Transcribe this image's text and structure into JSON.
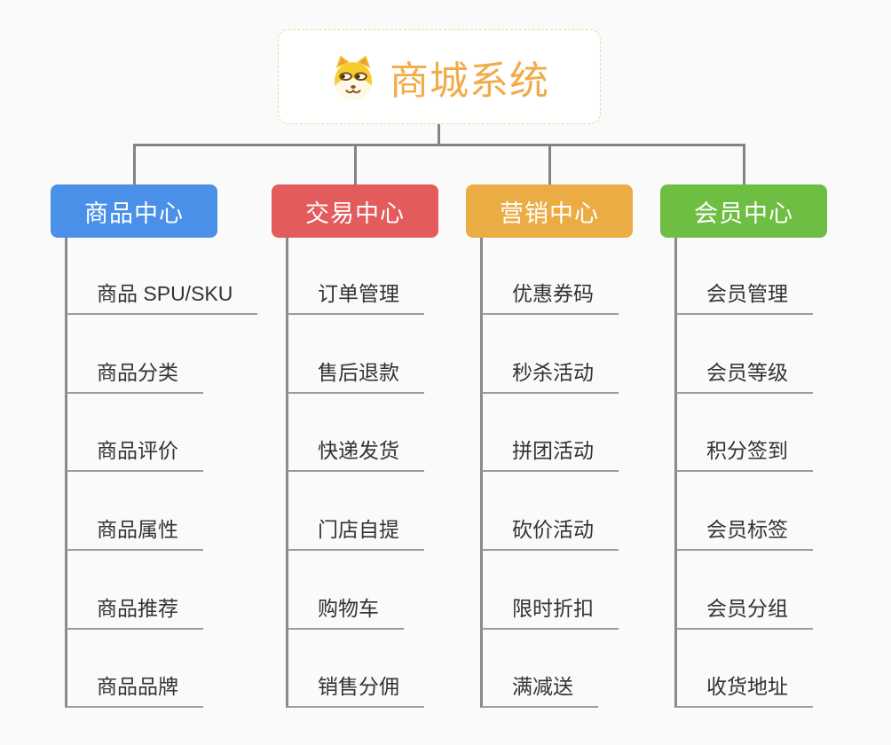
{
  "root": {
    "title": "商城系统",
    "icon": "doge-icon",
    "title_color": "#F0AC47",
    "border_color": "#F3D5A0"
  },
  "connector_color": "#848484",
  "underline_color": "#9C9C9C",
  "item_text_color": "#333333",
  "branches": [
    {
      "label": "商品中心",
      "color": "#4A90E8",
      "items": [
        "商品 SPU/SKU",
        "商品分类",
        "商品评价",
        "商品属性",
        "商品推荐",
        "商品品牌"
      ]
    },
    {
      "label": "交易中心",
      "color": "#E35B5B",
      "items": [
        "订单管理",
        "售后退款",
        "快递发货",
        "门店自提",
        "购物车",
        "销售分佣"
      ]
    },
    {
      "label": "营销中心",
      "color": "#ECAC44",
      "items": [
        "优惠券码",
        "秒杀活动",
        "拼团活动",
        "砍价活动",
        "限时折扣",
        "满减送"
      ]
    },
    {
      "label": "会员中心",
      "color": "#6EBE44",
      "items": [
        "会员管理",
        "会员等级",
        "积分签到",
        "会员标签",
        "会员分组",
        "收货地址"
      ]
    }
  ]
}
